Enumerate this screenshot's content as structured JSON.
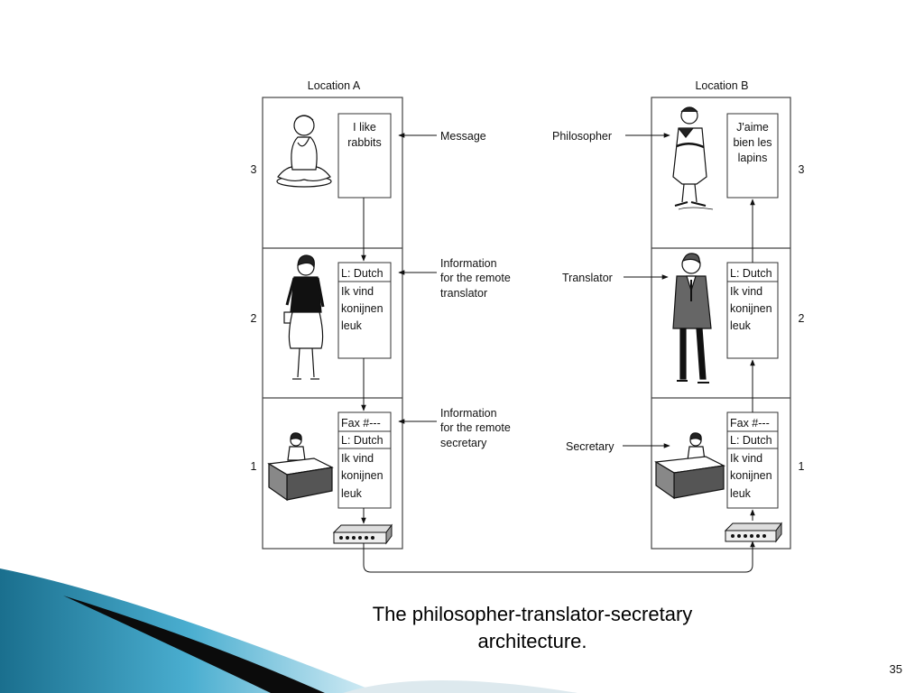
{
  "location_a": "Location A",
  "location_b": "Location B",
  "layer_numbers": {
    "l3": "3",
    "l2": "2",
    "l1": "1"
  },
  "side_a": {
    "layer3_doc": [
      "I like",
      "rabbits"
    ],
    "layer2_doc": [
      "L: Dutch",
      "Ik vind",
      "konijnen",
      "leuk"
    ],
    "layer1_doc": [
      "Fax #---",
      "L: Dutch",
      "Ik vind",
      "konijnen",
      "leuk"
    ],
    "annotations": {
      "message": "Message",
      "info_translator": [
        "Information",
        "for the remote",
        "translator"
      ],
      "info_secretary": [
        "Information",
        "for the remote",
        "secretary"
      ]
    }
  },
  "side_b": {
    "layer3_doc": [
      "J'aime",
      "bien les",
      "lapins"
    ],
    "layer2_doc": [
      "L: Dutch",
      "Ik vind",
      "konijnen",
      "leuk"
    ],
    "layer1_doc": [
      "Fax #---",
      "L: Dutch",
      "Ik vind",
      "konijnen",
      "leuk"
    ],
    "annotations": {
      "philosopher": "Philosopher",
      "translator": "Translator",
      "secretary": "Secretary"
    }
  },
  "caption": [
    "The philosopher-translator-secretary",
    "architecture."
  ],
  "slide_number": "35"
}
